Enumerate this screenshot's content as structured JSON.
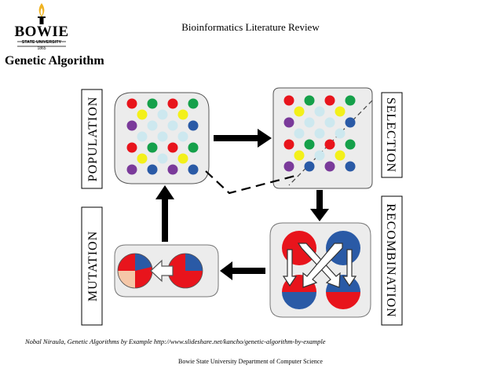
{
  "logo": {
    "name": "BOWIE",
    "subtitle": "STATE UNIVERSITY",
    "year": "1865"
  },
  "header": {
    "title": "Bioinformatics Literature Review"
  },
  "slide": {
    "title": "Genetic Algorithm"
  },
  "diagram": {
    "labels": {
      "population": "POPULATION",
      "selection": "SELECTION",
      "recombination": "RECOMBINATION",
      "mutation": "MUTATION"
    },
    "colors": {
      "red": "#e8141c",
      "green": "#15a04a",
      "yellow": "#f3f01a",
      "light_blue": "#cde8ef",
      "purple": "#7a3a9a",
      "blue": "#2a5aa6",
      "pink": "#f5c7a8"
    }
  },
  "citation": {
    "text": "Nobal Niraula, Genetic Algorithms by Example  http://www.slideshare.net/kancho/genetic-algorithm-by-example"
  },
  "footer": {
    "text": "Bowie State University Department of Computer Science"
  }
}
